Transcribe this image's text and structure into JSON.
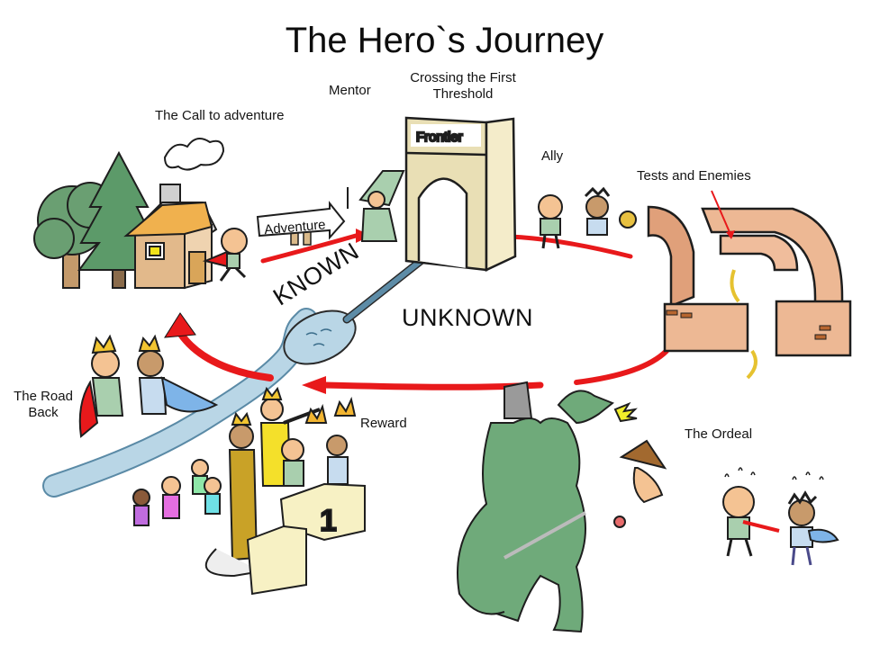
{
  "title": "The Hero`s Journey",
  "regions": {
    "known": "KNOWN",
    "unknown": "UNKNOWN"
  },
  "stages": [
    {
      "id": "call",
      "label": "The Call to adventure"
    },
    {
      "id": "mentor",
      "label": "Mentor"
    },
    {
      "id": "threshold",
      "label": "Crossing the First Threshold",
      "lines": [
        "Crossing the First",
        "Threshold"
      ]
    },
    {
      "id": "ally",
      "label": "Ally"
    },
    {
      "id": "tests",
      "label": "Tests and Enemies"
    },
    {
      "id": "ordeal",
      "label": "The Ordeal"
    },
    {
      "id": "reward",
      "label": "Reward"
    },
    {
      "id": "road_back",
      "label": "The Road Back",
      "lines": [
        "The Road",
        "Back"
      ]
    }
  ],
  "signs": {
    "adventure": "Adventure",
    "frontier": "Frontier",
    "podium_rank": "1"
  },
  "colors": {
    "path_red": "#e8191b",
    "river_blue": "#b9d6e6",
    "river_outline": "#5a8aa6",
    "tree_green": "#5f9e6c",
    "house_tan": "#e2b98b",
    "roof_orange": "#f0b14e",
    "arch_cream": "#ece3bf",
    "maze_clay": "#e8ae8a",
    "dragon_green": "#6faa7a",
    "crown_gold": "#f2c531",
    "podium_cream": "#f7f1c4"
  }
}
